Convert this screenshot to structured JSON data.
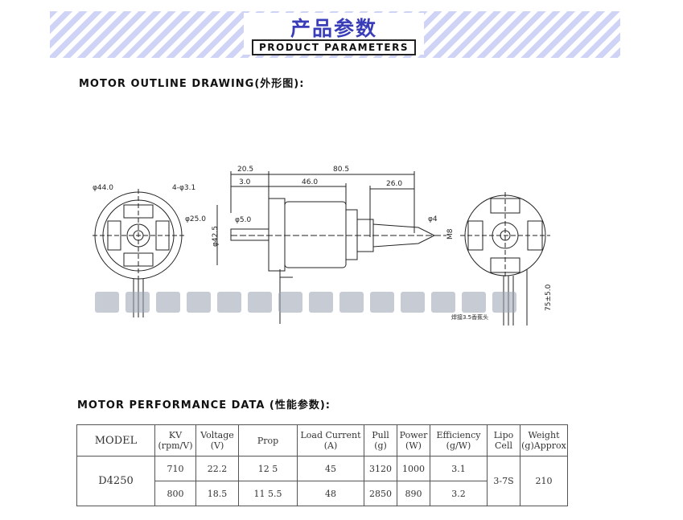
{
  "header": {
    "title_cn": "产品参数",
    "title_en": "PRODUCT PARAMETERS"
  },
  "outline": {
    "label": "MOTOR OUTLINE DRAWING(外形图):",
    "dims": {
      "d44": "φ44.0",
      "holes": "4-φ3.1",
      "d25": "φ25.0",
      "l205": "20.5",
      "l805": "80.5",
      "l30": "3.0",
      "l460": "46.0",
      "l260": "26.0",
      "d50": "φ5.0",
      "d425": "φ42.5",
      "d4": "φ4",
      "m8": "M8",
      "l75": "75±5.0",
      "wire_note": "焊接3.5香蕉头"
    }
  },
  "performance": {
    "label": "MOTOR PERFORMANCE DATA (性能参数):",
    "headers": {
      "model": "MODEL",
      "kv1": "KV",
      "kv2": "(rpm/V)",
      "volt1": "Voltage",
      "volt2": "(V)",
      "prop": "Prop",
      "load1": "Load Current",
      "load2": "(A)",
      "pull1": "Pull",
      "pull2": "(g)",
      "power1": "Power",
      "power2": "(W)",
      "eff1": "Efficiency",
      "eff2": "(g/W)",
      "lipo1": "Lipo",
      "lipo2": "Cell",
      "weight1": "Weight",
      "weight2": "(g)Approx"
    },
    "model": "D4250",
    "lipo": "3-7S",
    "weight": "210",
    "rows": [
      {
        "kv": "710",
        "voltage": "22.2",
        "prop": "12 5",
        "current": "45",
        "pull": "3120",
        "power": "1000",
        "eff": "3.1"
      },
      {
        "kv": "800",
        "voltage": "18.5",
        "prop": "11 5.5",
        "current": "48",
        "pull": "2850",
        "power": "890",
        "eff": "3.2"
      }
    ]
  }
}
